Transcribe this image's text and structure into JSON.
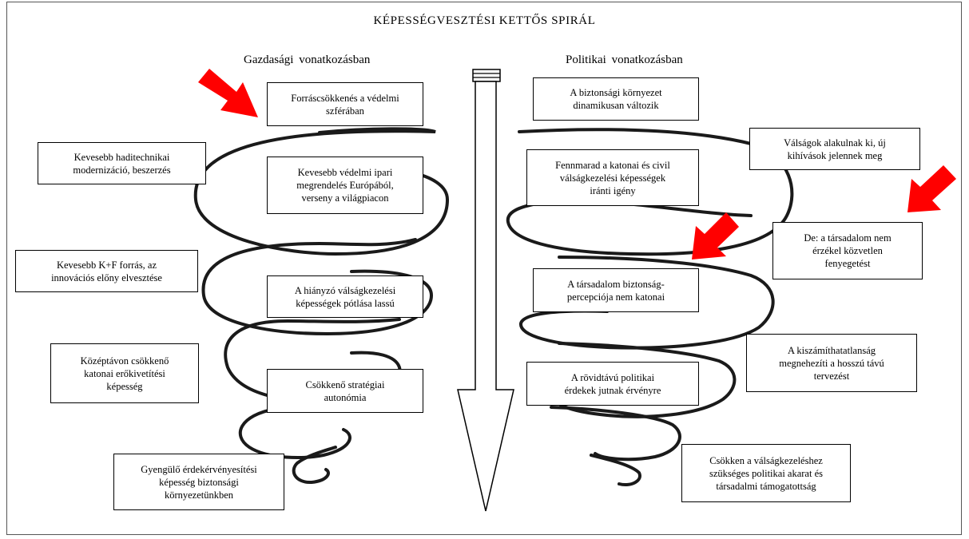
{
  "title": "KÉPESSÉGVESZTÉSI KETTŐS SPIRÁL",
  "headings": {
    "economic": "Gazdasági vonatkozásban",
    "political": "Politikai vonatkozásban"
  },
  "economic_boxes": [
    "Forráscsökkenés a védelmi\nszférában",
    "Kevesebb haditechnikai\nmodernizáció, beszerzés",
    "Kevesebb védelmi ipari\nmegrendelés Európából,\nverseny a világpiacon",
    "Kevesebb K+F forrás, az\ninnovációs előny elvesztése",
    "A hiányzó válságkezelési\nképességek pótlása lassú",
    "Középtávon csökkenő\nkatonai erőkivetítési\nképesség",
    "Csökkenő stratégiai\nautonómia",
    "Gyengülő érdekérvényesítési\nképesség biztonsági\nkörnyezetünkben"
  ],
  "political_boxes": [
    "A biztonsági környezet\ndinamikusan változik",
    "Válságok alakulnak ki, új\nkihívások jelennek meg",
    "Fennmarad a katonai és civil\nválságkezelési képességek\niránti igény",
    "De: a társadalom nem\nérzékel közvetlen\nfenyegetést",
    "A társadalom biztonság-\npercepciója nem katonai",
    "A kiszámíthatatlanság\nmegnehezíti a hosszú távú\ntervezést",
    "A rövidtávú politikai\nérdekek jutnak érvényre",
    "Csökken a válságkezeléshez\nszükséges politikai akarat és\ntársadalmi támogatottság"
  ],
  "colors": {
    "highlight_arrow": "#ff0000",
    "outline": "#000000"
  }
}
